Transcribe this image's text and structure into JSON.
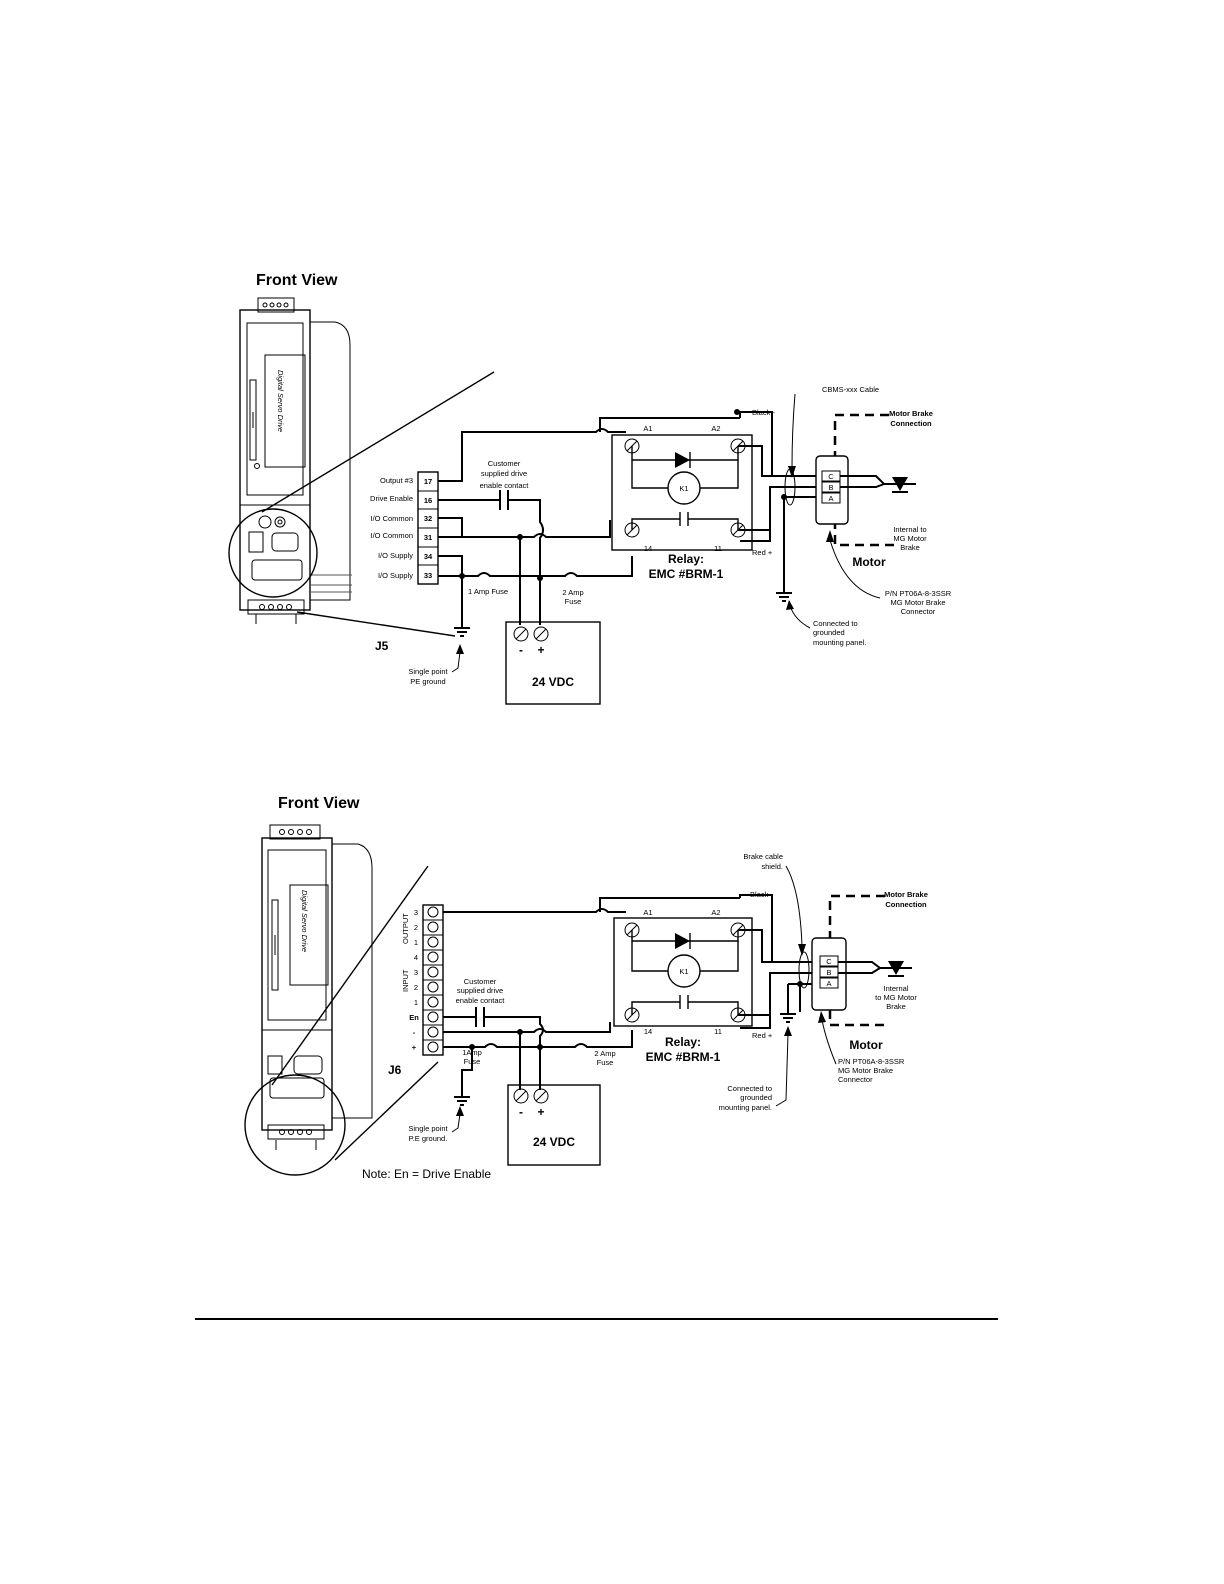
{
  "diagram1": {
    "title": "Front View",
    "drive_text": "Digital Servo Drive",
    "connector": "J5",
    "terminals": [
      {
        "label": "Output #3",
        "pin": "17"
      },
      {
        "label": "Drive Enable",
        "pin": "16"
      },
      {
        "label": "I/O Common",
        "pin": "32"
      },
      {
        "label": "I/O Common",
        "pin": "31"
      },
      {
        "label": "I/O Supply",
        "pin": "34"
      },
      {
        "label": "I/O Supply",
        "pin": "33"
      }
    ],
    "contact_label": [
      "Customer",
      "supplied drive",
      "enable contact"
    ],
    "fuse1": "1 Amp Fuse",
    "fuse2": [
      "2 Amp",
      "Fuse"
    ],
    "relay": {
      "a1": "A1",
      "a2": "A2",
      "p14": "14",
      "p11": "11",
      "k1": "K1",
      "title": "Relay:",
      "part": "EMC #BRM-1"
    },
    "cable_label": "CBMS-xxx Cable",
    "black": "Black -",
    "red": "Red +",
    "brake_conn": [
      "Motor Brake",
      "Connection"
    ],
    "pins": [
      "C",
      "B",
      "A"
    ],
    "internal": [
      "Internal to",
      "MG Motor",
      "Brake"
    ],
    "motor": "Motor",
    "pn": [
      "P/N PT06A-8-3SSR",
      "MG Motor Brake",
      "Connector"
    ],
    "grounded": [
      "Connected to",
      "grounded",
      "mounting panel."
    ],
    "pe": [
      "Single point",
      "PE ground"
    ],
    "supply": {
      "minus": "-",
      "plus": "+",
      "label": "24 VDC"
    }
  },
  "diagram2": {
    "title": "Front View",
    "drive_text": "Digital Servo Drive",
    "connector": "J6",
    "group_output": "OUTPUT",
    "group_input": "INPUT",
    "pin_numbers": [
      "3",
      "2",
      "1",
      "4",
      "3",
      "2",
      "1",
      "En",
      "-",
      "+"
    ],
    "contact_label": [
      "Customer",
      "supplied drive",
      "enable contact"
    ],
    "fuse1": [
      "1Amp",
      "Fuse"
    ],
    "fuse2": [
      "2 Amp",
      "Fuse"
    ],
    "relay": {
      "a1": "A1",
      "a2": "A2",
      "p14": "14",
      "p11": "11",
      "k1": "K1",
      "title": "Relay:",
      "part": "EMC #BRM-1"
    },
    "shield_label": [
      "Brake cable",
      "shield."
    ],
    "black": "Black -",
    "red": "Red +",
    "brake_conn": [
      "Motor Brake",
      "Connection"
    ],
    "pins": [
      "C",
      "B",
      "A"
    ],
    "internal": [
      "Internal",
      "to MG Motor",
      "Brake"
    ],
    "motor": "Motor",
    "pn": [
      "P/N PT06A-8-3SSR",
      "MG Motor Brake",
      "Connector"
    ],
    "grounded": [
      "Connected to",
      "grounded",
      "mounting panel."
    ],
    "pe": [
      "Single point",
      "P.E ground."
    ],
    "supply": {
      "minus": "-",
      "plus": "+",
      "label": "24 VDC"
    },
    "note": "Note: En = Drive Enable"
  }
}
